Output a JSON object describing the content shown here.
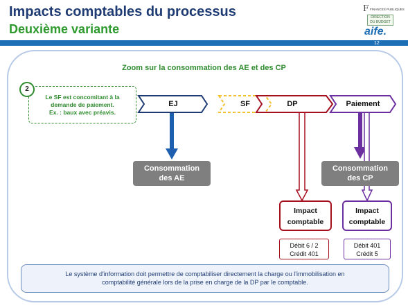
{
  "header": {
    "title": "Impacts comptables du processus",
    "subtitle": "Deuxième variante",
    "logo_top": "FINANCES PUBLIQUES",
    "logo_mid": "DIRECTION DU BUDGET",
    "logo_aife": "aife.",
    "page_number": "12"
  },
  "diagram": {
    "zoom_title": "Zoom sur la consommation des AE et des CP",
    "step_number": "2",
    "note_lines": [
      "Le SF est concomitant à la",
      "demande de paiement.",
      "Ex. : baux avec préavis."
    ],
    "steps": [
      "EJ",
      "SF",
      "DP",
      "Paiement"
    ],
    "consumption_ae": [
      "Consommation",
      "des AE"
    ],
    "consumption_cp": [
      "Consommation",
      "des CP"
    ],
    "impact_left": [
      "Impact",
      "comptable"
    ],
    "impact_right": [
      "Impact",
      "comptable"
    ],
    "entries_left": [
      "Débit 6 / 2",
      "Crédit 401"
    ],
    "entries_right": [
      "Débit 401",
      "Crédit 5"
    ],
    "colors": {
      "blue": "#1f3b73",
      "red": "#a50f1e",
      "purple": "#6b2fa0",
      "yellow": "#f2c12e",
      "green": "#2e8b2e"
    }
  },
  "footer": {
    "lines": [
      "Le système d'information doit permettre de comptabiliser directement la charge ou l'immobilisation en",
      "comptabilité générale lors de la prise en charge de la DP par le comptable."
    ]
  }
}
